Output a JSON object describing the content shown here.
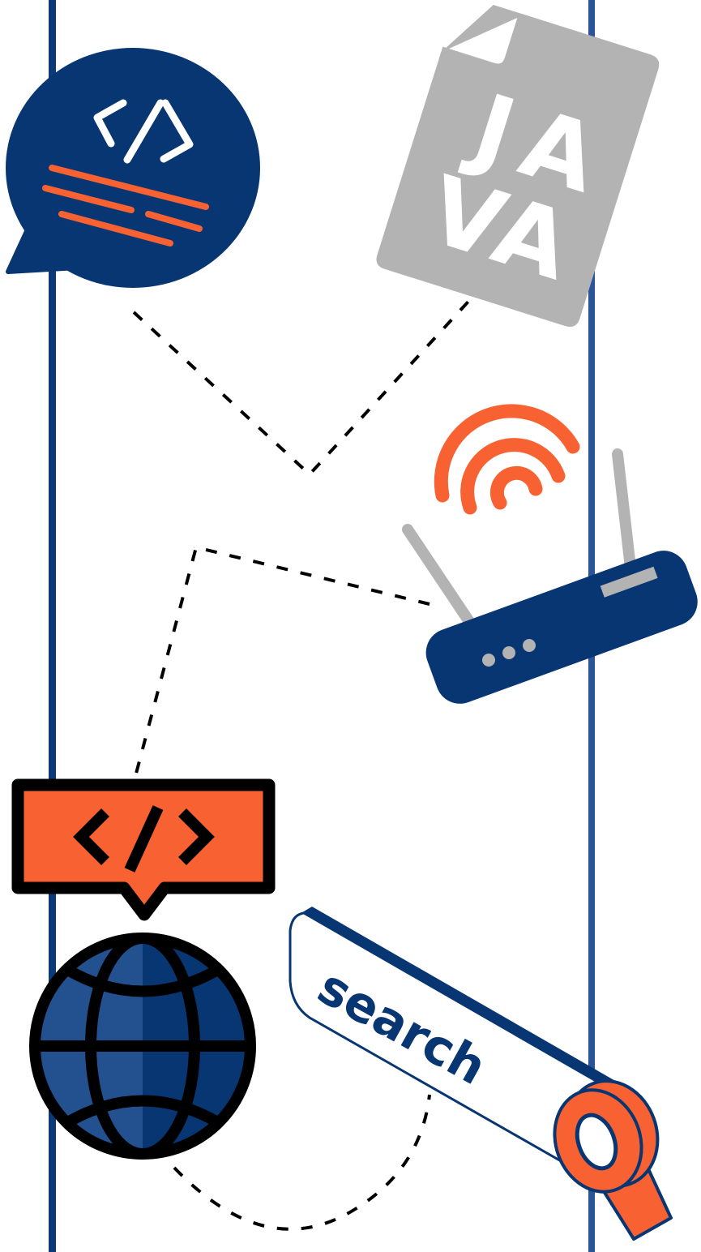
{
  "java_doc": {
    "letters": [
      "J",
      "A",
      "V",
      "A"
    ]
  },
  "code_glyph": "</>",
  "search_bar": {
    "text": "search"
  },
  "colors": {
    "navy": "#073673",
    "navy_light": "#23508F",
    "orange": "#F86233",
    "gray": "#B3B3B3",
    "black": "#000000",
    "white": "#FFFFFF"
  },
  "icons": [
    "code-speech-bubble-icon",
    "java-file-icon",
    "wifi-signal-icon",
    "router-icon",
    "code-tag-callout-icon",
    "globe-icon",
    "search-bar-icon",
    "magnifying-glass-icon"
  ]
}
